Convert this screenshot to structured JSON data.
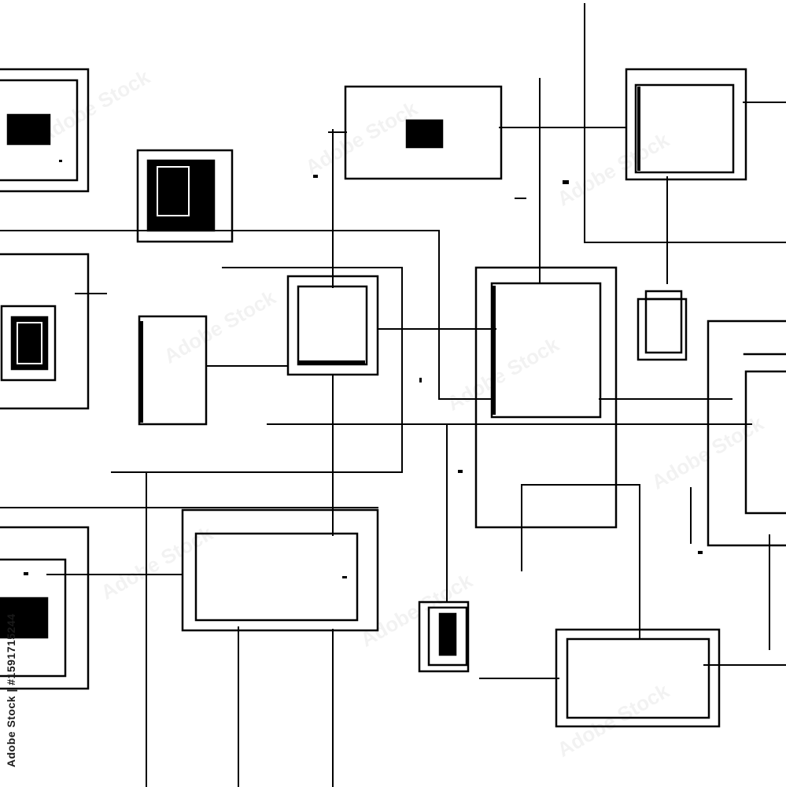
{
  "image": {
    "style": "black-and-white line sketch of nested rectangles connected by lines",
    "stroke_color": "#000000",
    "background_color": "#ffffff"
  },
  "watermark": {
    "repeated_text": "Adobe Stock",
    "stock_id": "Adobe Stock | #1591715244"
  }
}
